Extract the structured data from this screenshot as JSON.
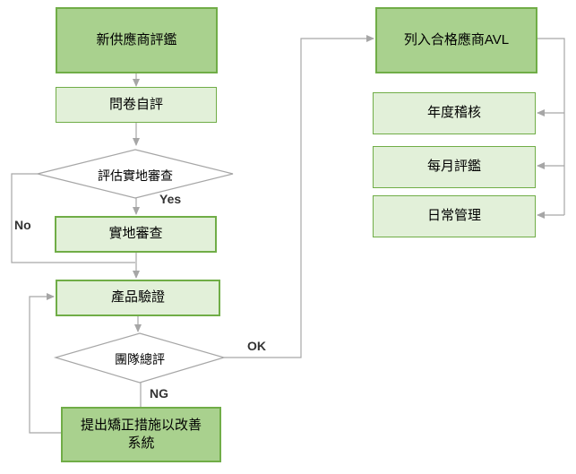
{
  "flowchart": {
    "nodes": {
      "new_supplier_evaluation": "新供應商評鑑",
      "questionnaire_self_assessment": "問卷自評",
      "assess_onsite_audit": "評估實地審查",
      "onsite_audit": "實地審查",
      "product_verification": "產品驗證",
      "team_overall_evaluation": "團隊總評",
      "corrective_action": "提出矯正措施以改善系統",
      "approved_vendor_list": "列入合格應商AVL",
      "annual_audit": "年度稽核",
      "monthly_evaluation": "每月評鑑",
      "daily_management": "日常管理"
    },
    "edge_labels": {
      "yes": "Yes",
      "no": "No",
      "ok": "OK",
      "ng": "NG"
    },
    "colors": {
      "dark_node_fill": "#a9d18e",
      "light_node_fill": "#e2f0d9",
      "node_border_green": "#70ad47",
      "connector_gray": "#a6a6a6",
      "decision_fill": "#ffffff",
      "text": "#000000"
    }
  }
}
